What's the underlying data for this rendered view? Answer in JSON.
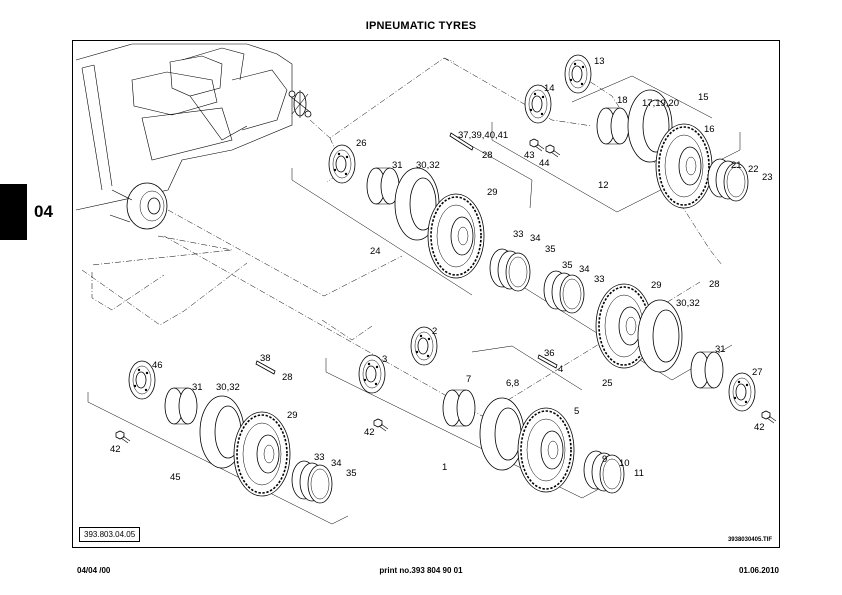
{
  "header": {
    "title": "IPNEUMATIC TYRES"
  },
  "section_tab": "04",
  "drawing_ref": "393.803.04.05",
  "image_file": "3938030405.TIF",
  "footer": {
    "left": "04/04 /00",
    "center": "print no.393 804 90 01",
    "right": "01.06.2010"
  },
  "callouts": {
    "c13": "13",
    "c14": "14",
    "c18": "18",
    "c171920": "17,19,20",
    "c15": "15",
    "c16": "16",
    "c43": "43",
    "c44": "44",
    "c12": "12",
    "c21": "21",
    "c22": "22",
    "c23": "23",
    "c26": "26",
    "c31a": "31",
    "c3032a": "30,32",
    "c373940": "37,39,40,41",
    "c28a": "28",
    "c29a": "29",
    "c24": "24",
    "c33a": "33",
    "c34a": "34",
    "c35a": "35",
    "c35b": "35",
    "c34b": "34",
    "c33b": "33",
    "c29b": "29",
    "c28b": "28",
    "c3032b": "30,32",
    "c31b": "31",
    "c27": "27",
    "c25": "25",
    "c42a": "42",
    "c2": "2",
    "c3": "3",
    "c42b": "42",
    "c7": "7",
    "c36": "36",
    "c4": "4",
    "c68": "6,8",
    "c5": "5",
    "c1": "1",
    "c9": "9",
    "c10": "10",
    "c11": "11",
    "c46": "46",
    "c31c": "31",
    "c3032c": "30,32",
    "c38": "38",
    "c28c": "28",
    "c29c": "29",
    "c42c": "42",
    "c33c": "33",
    "c34c": "34",
    "c35c": "35",
    "c45": "45"
  }
}
